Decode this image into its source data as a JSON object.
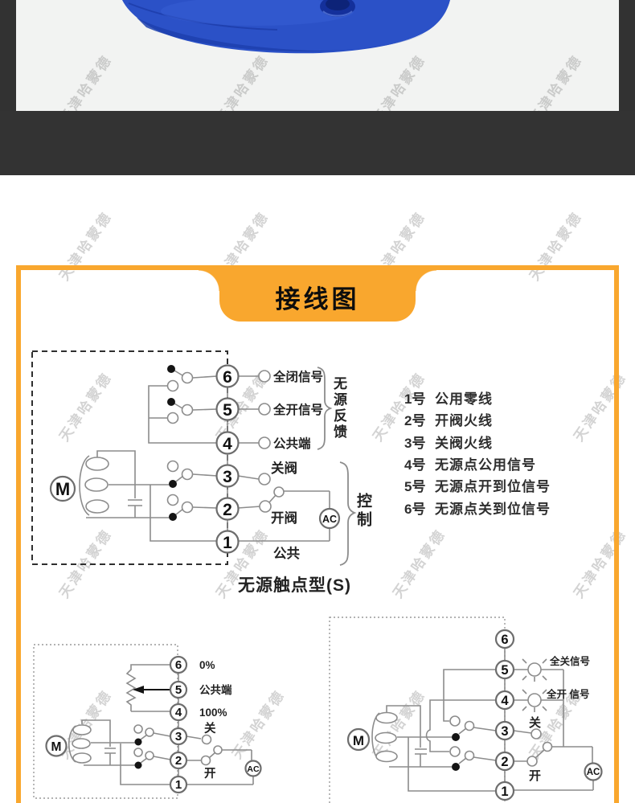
{
  "page": {
    "watermark_text": "天津哈蒙德"
  },
  "banner": {
    "title": "接线图"
  },
  "legend": {
    "items": [
      {
        "no": "1号",
        "label": "公用零线"
      },
      {
        "no": "2号",
        "label": "开阀火线"
      },
      {
        "no": "3号",
        "label": "关阀火线"
      },
      {
        "no": "4号",
        "label": "无源点公用信号"
      },
      {
        "no": "5号",
        "label": "无源点开到位信号"
      },
      {
        "no": "6号",
        "label": "无源点关到位信号"
      }
    ]
  },
  "diagram_top": {
    "caption": "无源触点型(S)",
    "motor_label": "M",
    "power_label": "AC",
    "terminals": [
      "6",
      "5",
      "4",
      "3",
      "2",
      "1"
    ],
    "labels": {
      "t6": "全闭信号",
      "t5": "全开信号",
      "t4": "公共端",
      "t3": "关阀",
      "t2": "开阀",
      "t1": "公共"
    },
    "group_feedback": "无源反馈",
    "group_control": "控制"
  },
  "diagram_bottom_left": {
    "motor_label": "M",
    "power_label": "AC",
    "terminals": [
      "6",
      "5",
      "4",
      "3",
      "2",
      "1"
    ],
    "labels": {
      "t6": "0%",
      "t5": "公共端",
      "t4": "100%",
      "t3": "关",
      "t2": "开"
    }
  },
  "diagram_bottom_right": {
    "motor_label": "M",
    "power_label": "AC",
    "terminals": [
      "6",
      "5",
      "4",
      "3",
      "2",
      "1"
    ],
    "labels": {
      "t5": "全关信号",
      "t4": "全开 信号",
      "t3": "关",
      "t2": "开"
    }
  }
}
